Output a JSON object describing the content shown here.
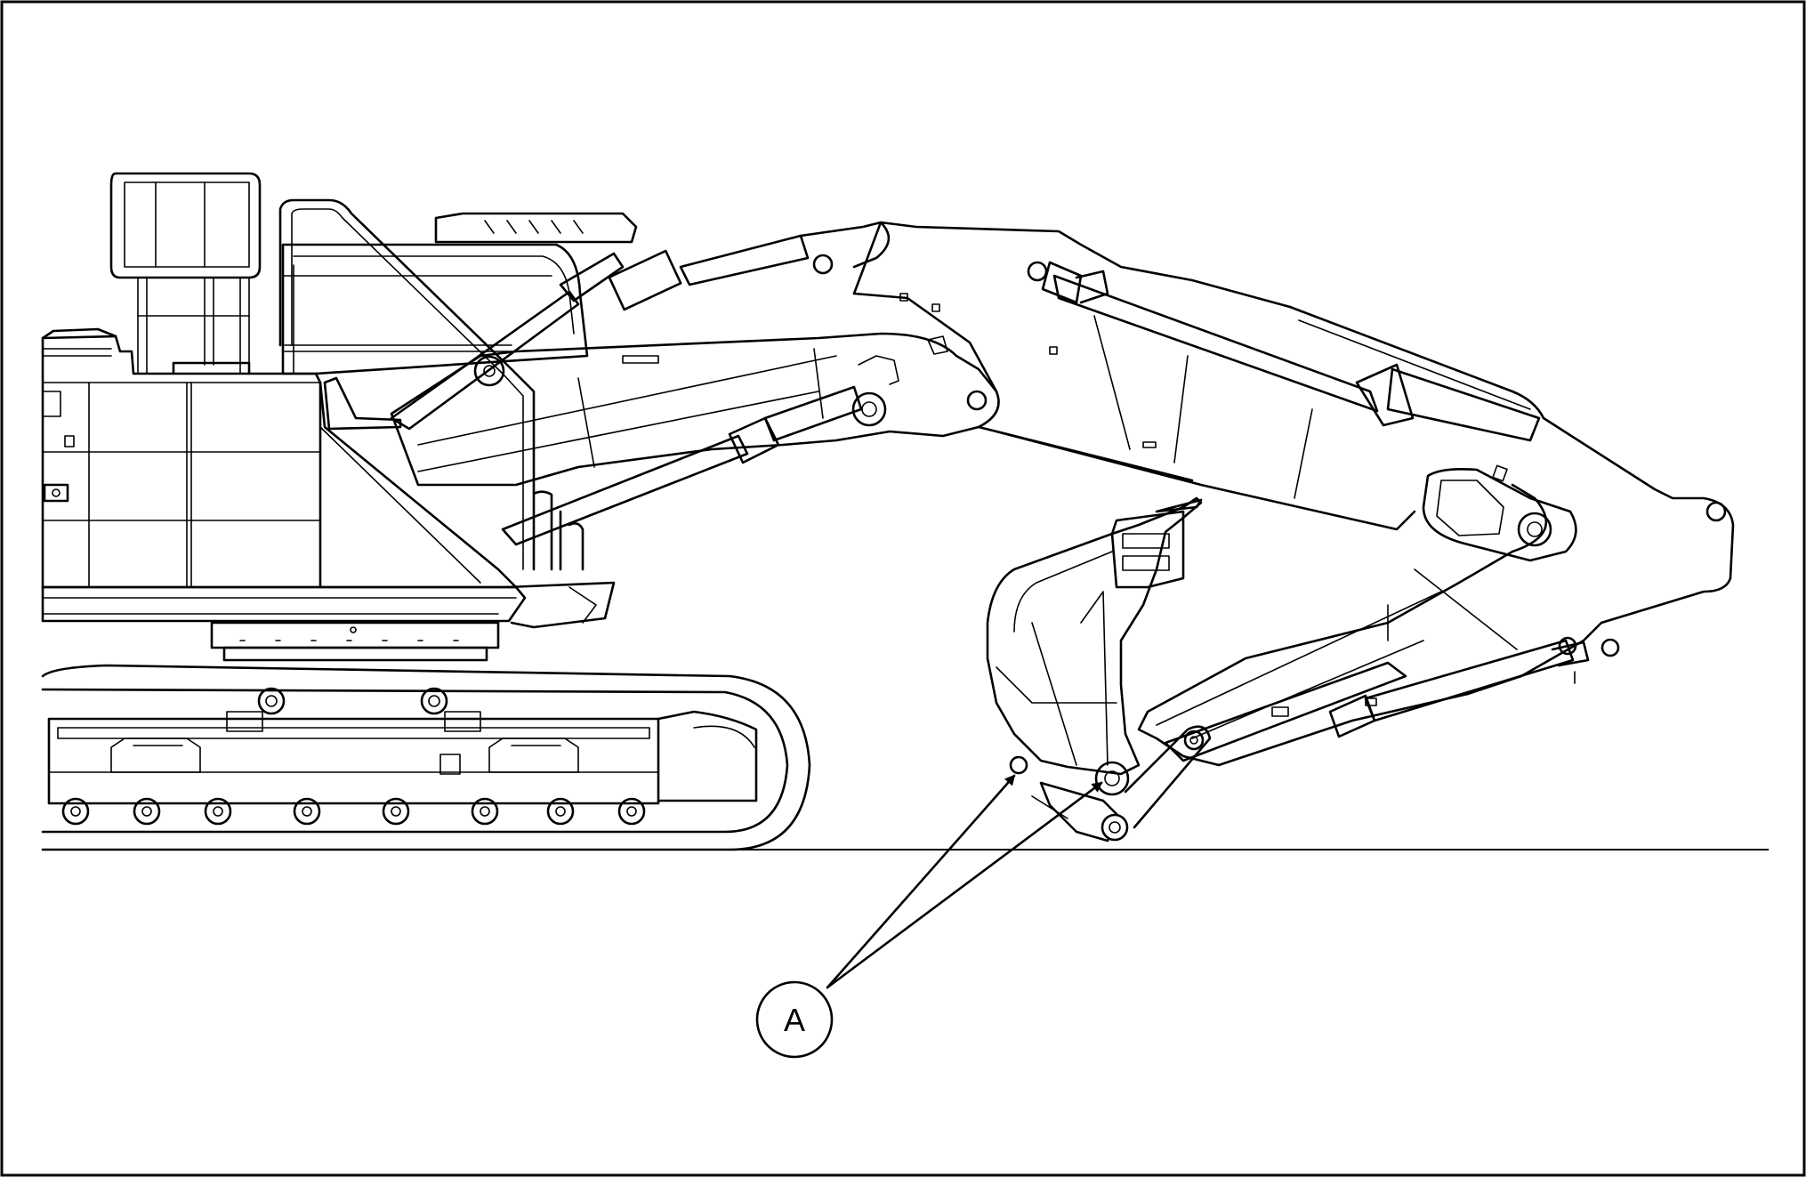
{
  "diagram": {
    "subject": "excavator-side-view",
    "callouts": [
      {
        "id": "A",
        "label": "A",
        "targets": [
          "bucket-lower-hole",
          "bucket-link-pin"
        ]
      }
    ]
  }
}
